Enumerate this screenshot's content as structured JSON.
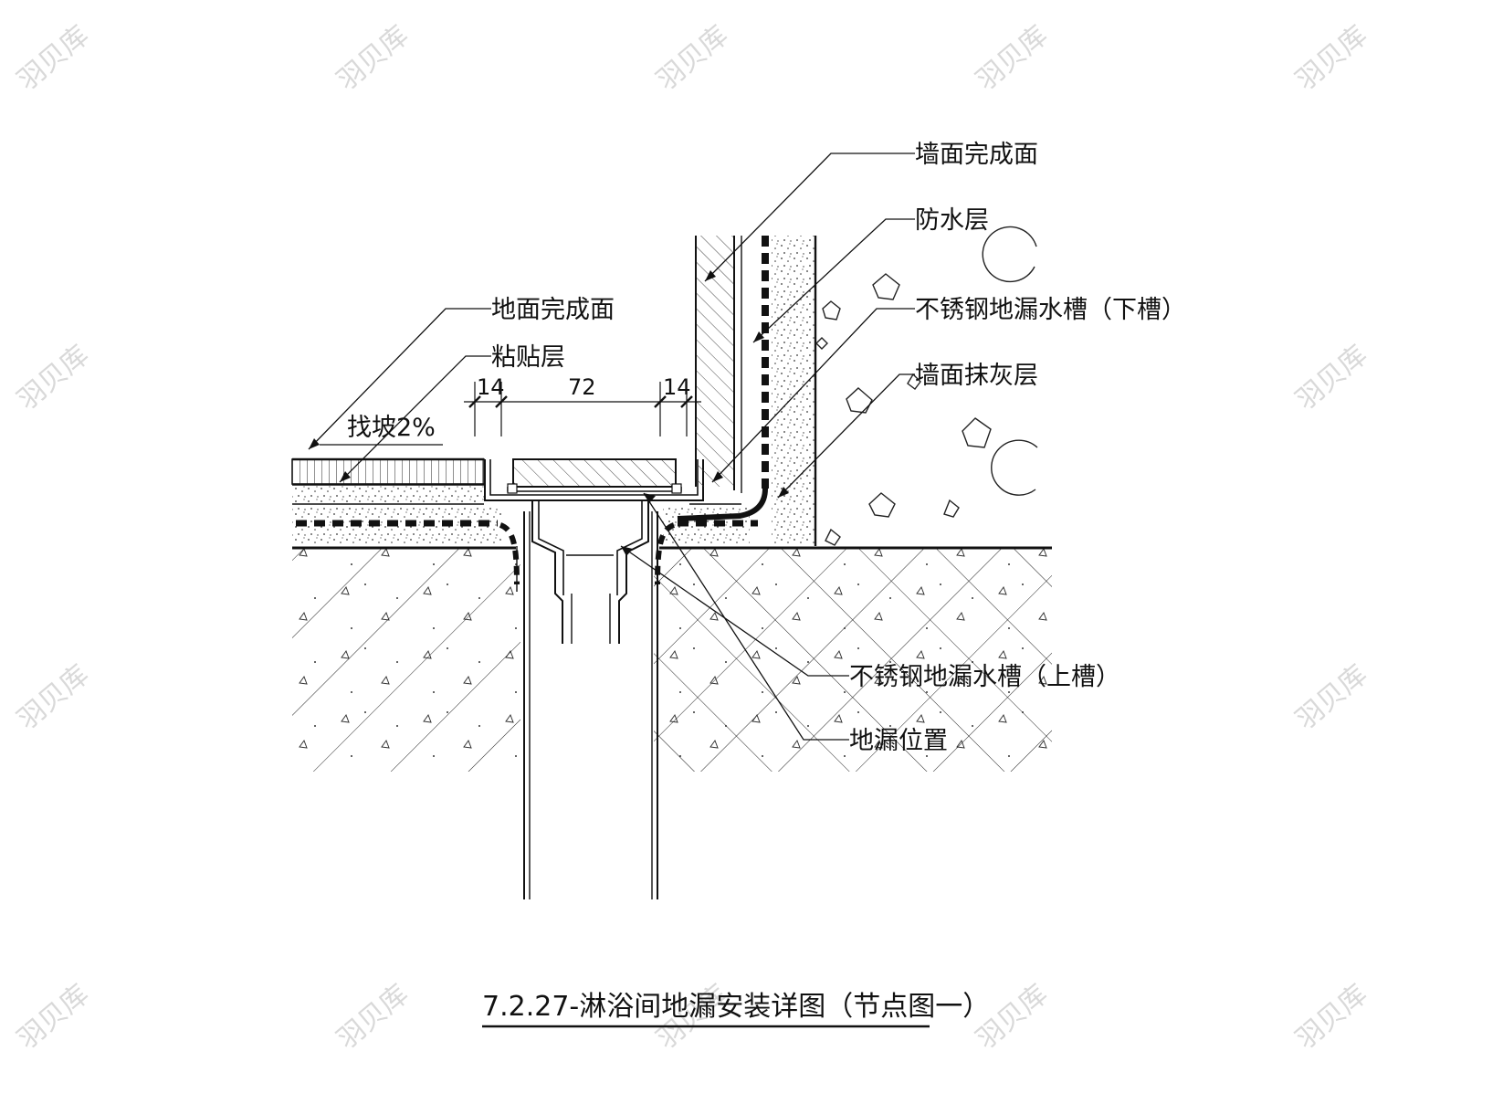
{
  "labels": {
    "wall_finish": "墙面完成面",
    "waterproof": "防水层",
    "lower_trough": "不锈钢地漏水槽（下槽）",
    "wall_plaster": "墙面抹灰层",
    "floor_finish": "地面完成面",
    "adhesive": "粘贴层",
    "slope": "找坡2%",
    "upper_trough": "不锈钢地漏水槽（上槽）",
    "drain_position": "地漏位置"
  },
  "dimensions": {
    "left_margin": "14",
    "trough_width": "72",
    "right_margin": "14"
  },
  "title": "7.2.27-淋浴间地漏安装详图（节点图一）",
  "watermark": "羽贝库",
  "colors": {
    "line": "#111111",
    "watermark": "#d9d9d9",
    "background": "#ffffff"
  }
}
